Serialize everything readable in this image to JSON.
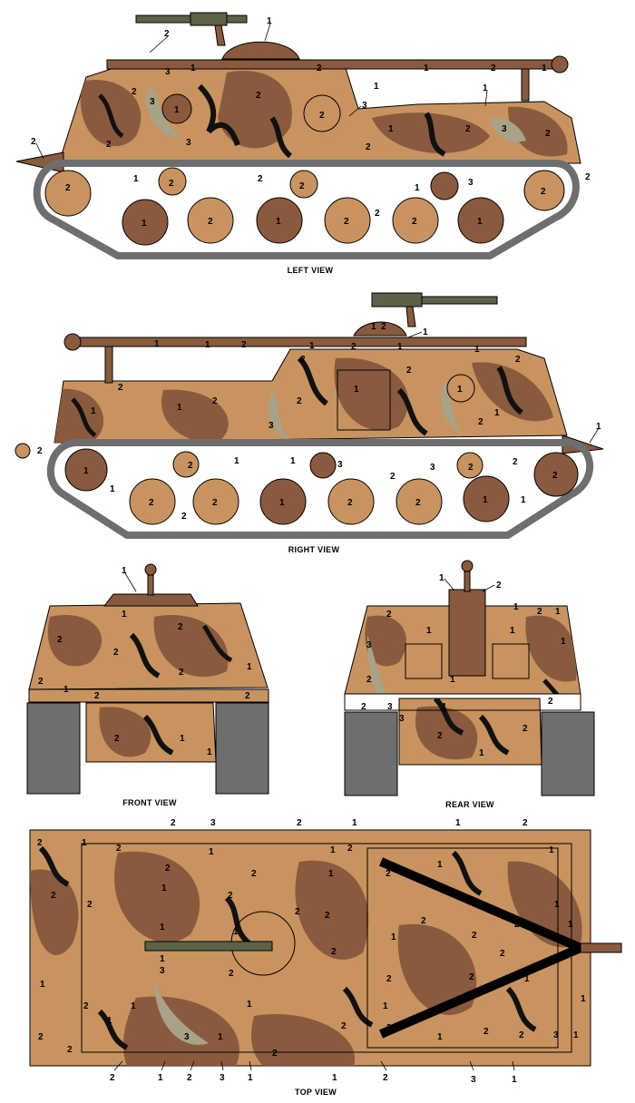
{
  "colors": {
    "color_1": "#8a5a3e",
    "color_2": "#c8935f",
    "color_3": "#a8a388",
    "black": "#111111",
    "track": "#6d6e70",
    "gun": "#5b6248"
  },
  "views": {
    "left": {
      "caption": "LEFT VIEW"
    },
    "right": {
      "caption": "RIGHT VIEW"
    },
    "front": {
      "caption": "FRONT VIEW"
    },
    "rear": {
      "caption": "REAR VIEW"
    },
    "top": {
      "caption": "TOP VIEW"
    }
  },
  "callouts": {
    "c1": "1",
    "c2": "2",
    "c3": "3"
  }
}
